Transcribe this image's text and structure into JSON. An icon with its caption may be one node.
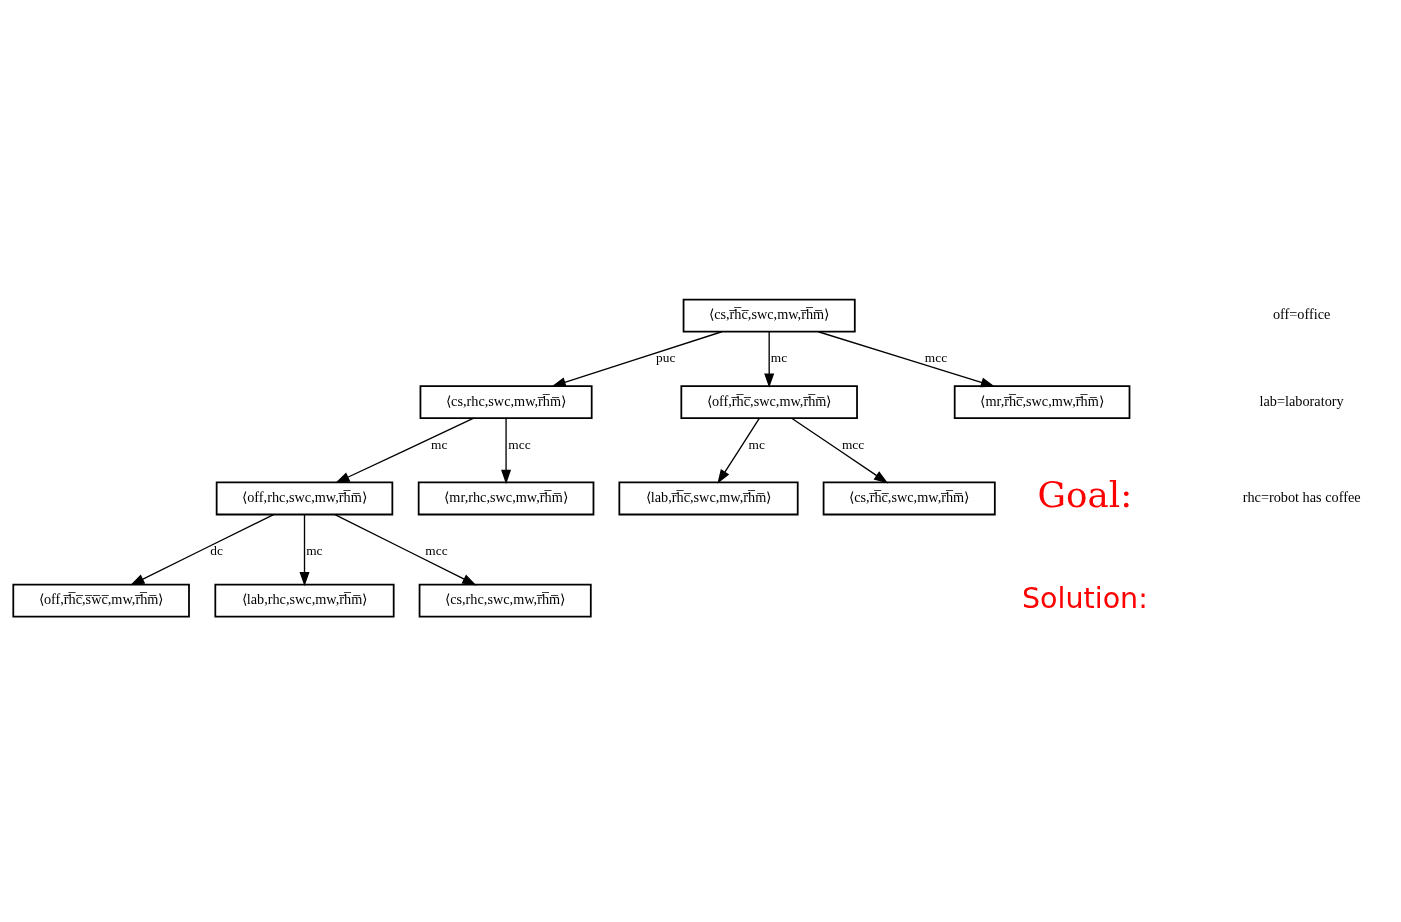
{
  "diagram": {
    "nodes": [
      {
        "text": [
          "⟨cs,r̅h̅c̅,swc,mw,r̅h̅m̅⟩"
        ]
      },
      {
        "text": [
          "⟨cs,rhc,swc,mw,r̅h̅m̅⟩"
        ]
      },
      {
        "text": [
          "⟨off,r̅h̅c̅,swc,mw,r̅h̅m̅⟩"
        ]
      },
      {
        "text": [
          "⟨mr,r̅h̅c̅,swc,mw,r̅h̅m̅⟩"
        ]
      },
      {
        "text": [
          "⟨off,rhc,swc,mw,r̅h̅m̅⟩"
        ]
      },
      {
        "text": [
          "⟨lab,r̅h̅c̅,swc,mw,r̅h̅m̅⟩"
        ]
      },
      {
        "text": [
          "⟨cs,r̅h̅c̅,swc,mw,r̅h̅m̅⟩"
        ]
      },
      {
        "text": [
          "⟨mr,rhc,swc,mw,r̅h̅m̅⟩"
        ]
      },
      {
        "text": [
          "⟨off,r̅h̅c̅,s̅w̅c̅,mw,r̅h̅m̅⟩"
        ]
      },
      {
        "text": [
          "⟨lab,rhc,swc,mw,r̅h̅m̅⟩"
        ]
      },
      {
        "text": [
          "⟨cs,rhc,swc,mw,r̅h̅m̅⟩"
        ]
      }
    ],
    "edges": [
      {
        "from": 0,
        "to": 1,
        "arrow": "to",
        "label": "puc"
      },
      {
        "from": 0,
        "to": 2,
        "arrow": "to",
        "label": "mc"
      },
      {
        "from": 0,
        "to": 3,
        "arrow": "to",
        "label": "mcc"
      },
      {
        "from": 1,
        "to": 4,
        "arrow": "to",
        "label": "mc"
      },
      {
        "from": 1,
        "to": 7,
        "arrow": "to",
        "label": "mcc"
      },
      {
        "from": 2,
        "to": 5,
        "arrow": "to",
        "label": "mc"
      },
      {
        "from": 2,
        "to": 6,
        "arrow": "to",
        "label": "mcc"
      },
      {
        "from": 4,
        "to": 8,
        "arrow": "to",
        "label": "dc"
      },
      {
        "from": 4,
        "to": 9,
        "arrow": "to",
        "label": "mc"
      },
      {
        "from": 4,
        "to": 10,
        "arrow": "to",
        "label": "mcc"
      }
    ],
    "labels": [
      "off=office",
      "lab=laboratory",
      "rhc=robot has coffee",
      "Goal:",
      "Solution:"
    ]
  }
}
